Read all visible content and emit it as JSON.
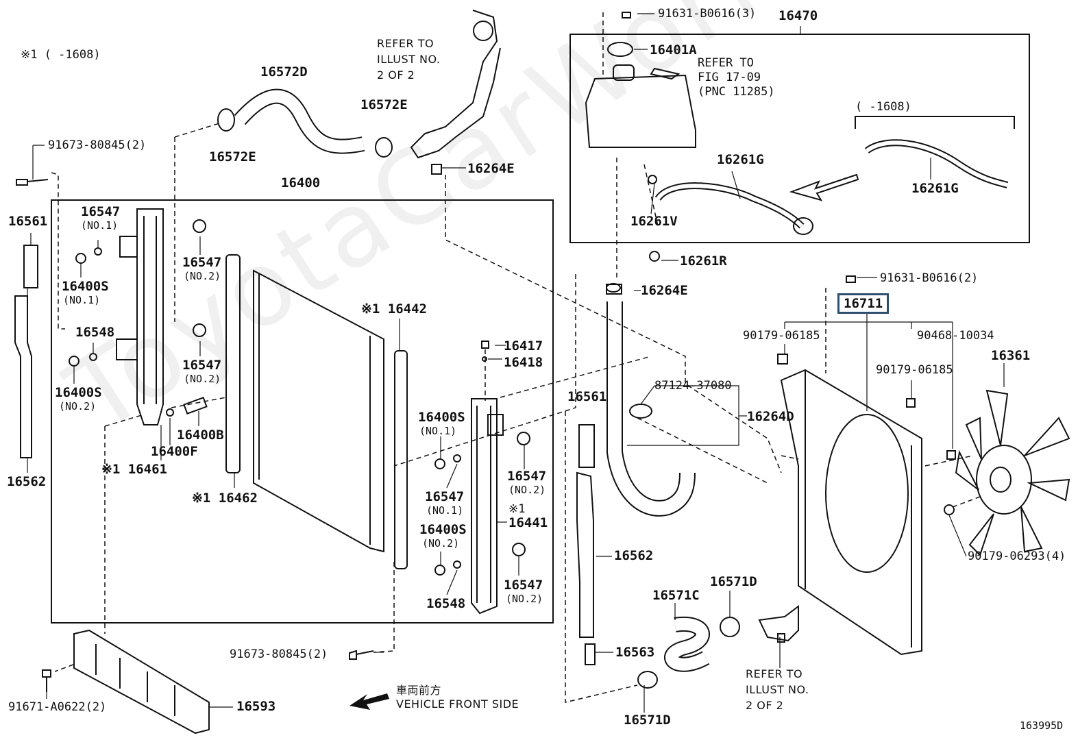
{
  "watermark": "ToyotaCarWorld.ru",
  "note_range_1": "※1 (      -1608)",
  "note_range_2": "(      -1608)",
  "diagram_code": "163995D",
  "refer_illust_top": "REFER TO\nILLUST NO.\n2 OF 2",
  "refer_illust_bottom": "REFER TO\nILLUST NO.\n2 OF 2",
  "refer_fig": "REFER TO\nFIG 17-09\n(PNC 11285)",
  "vehicle_front_jp": "車両前方",
  "vehicle_front_en": "VEHICLE FRONT SIDE",
  "parts": {
    "p16470": "16470",
    "p91631_3": "91631-B0616(3)",
    "p16401A": "16401A",
    "p16572D": "16572D",
    "p16572E_a": "16572E",
    "p16572E_b": "16572E",
    "p16264E_a": "16264E",
    "p16264E_b": "16264E",
    "p16400": "16400",
    "p91673_a": "91673-80845(2)",
    "p91673_b": "91673-80845(2)",
    "p16561_a": "16561",
    "p16561_b": "16561",
    "p16547_1": "16547",
    "p16547_1n": "(NO.1)",
    "p16547_2": "16547",
    "p16547_2n": "(NO.2)",
    "p16400S_1": "16400S",
    "p16400S_1n": "(NO.1)",
    "p16548_a": "16548",
    "p16547_3": "16547",
    "p16547_3n": "(NO.2)",
    "p16400S_2": "16400S",
    "p16400S_2n": "(NO.2)",
    "p16400B": "16400B",
    "p16400F": "16400F",
    "p16461": "※1 16461",
    "p16462": "※1 16462",
    "p16442": "※1 16442",
    "p16562_a": "16562",
    "p16562_b": "16562",
    "p16417": "16417",
    "p16418": "16418",
    "p16400S_3": "16400S",
    "p16400S_3n": "(NO.1)",
    "p16547_4": "16547",
    "p16547_4n": "(NO.2)",
    "p16547_5": "16547",
    "p16547_5n": "(NO.1)",
    "p16441a": "※1",
    "p16441": "16441",
    "p16400S_4": "16400S",
    "p16400S_4n": "(NO.2)",
    "p16548_b": "16548",
    "p16547_6": "16547",
    "p16547_6n": "(NO.2)",
    "p16261G_a": "16261G",
    "p16261G_b": "16261G",
    "p16261V": "16261V",
    "p16261R": "16261R",
    "p91631_2": "91631-B0616(2)",
    "p16711": "16711",
    "p90179_a": "90179-06185",
    "p90468": "90468-10034",
    "p90179_b": "90179-06185",
    "p16361": "16361",
    "p87124": "87124-37080",
    "p16264D": "16264D",
    "p90179_c": "90179-06293(4)",
    "p16571C": "16571C",
    "p16571D_a": "16571D",
    "p16571D_b": "16571D",
    "p16563": "16563",
    "p16593": "16593",
    "p91671": "91671-A0622(2)"
  }
}
